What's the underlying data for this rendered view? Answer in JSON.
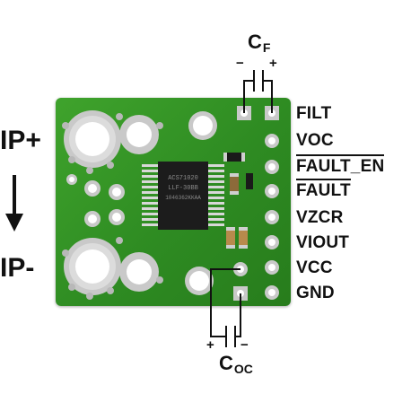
{
  "title": "",
  "current_labels": {
    "positive": "IP+",
    "negative": "IP-"
  },
  "pins": [
    {
      "label": "FILT",
      "overbar": false
    },
    {
      "label": "VOC",
      "overbar": false
    },
    {
      "label": "FAULT_EN",
      "overbar": true
    },
    {
      "label": "FAULT",
      "overbar": true
    },
    {
      "label": "VZCR",
      "overbar": false
    },
    {
      "label": "VIOUT",
      "overbar": false
    },
    {
      "label": "VCC",
      "overbar": false
    },
    {
      "label": "GND",
      "overbar": false
    }
  ],
  "capacitors": {
    "top": {
      "letter": "C",
      "subscript": "F",
      "minus": "−",
      "plus": "+"
    },
    "bottom": {
      "letter": "C",
      "subscript": "OC",
      "minus": "−",
      "plus": "+"
    }
  },
  "chip_markings": [
    "ACS71020",
    "LLF-30BB",
    "1046362KKAA"
  ],
  "colors": {
    "board": "#2e8b22",
    "silver_pad": "#c9c9c9",
    "chip": "#1c1c1c",
    "label_text": "#111111"
  }
}
